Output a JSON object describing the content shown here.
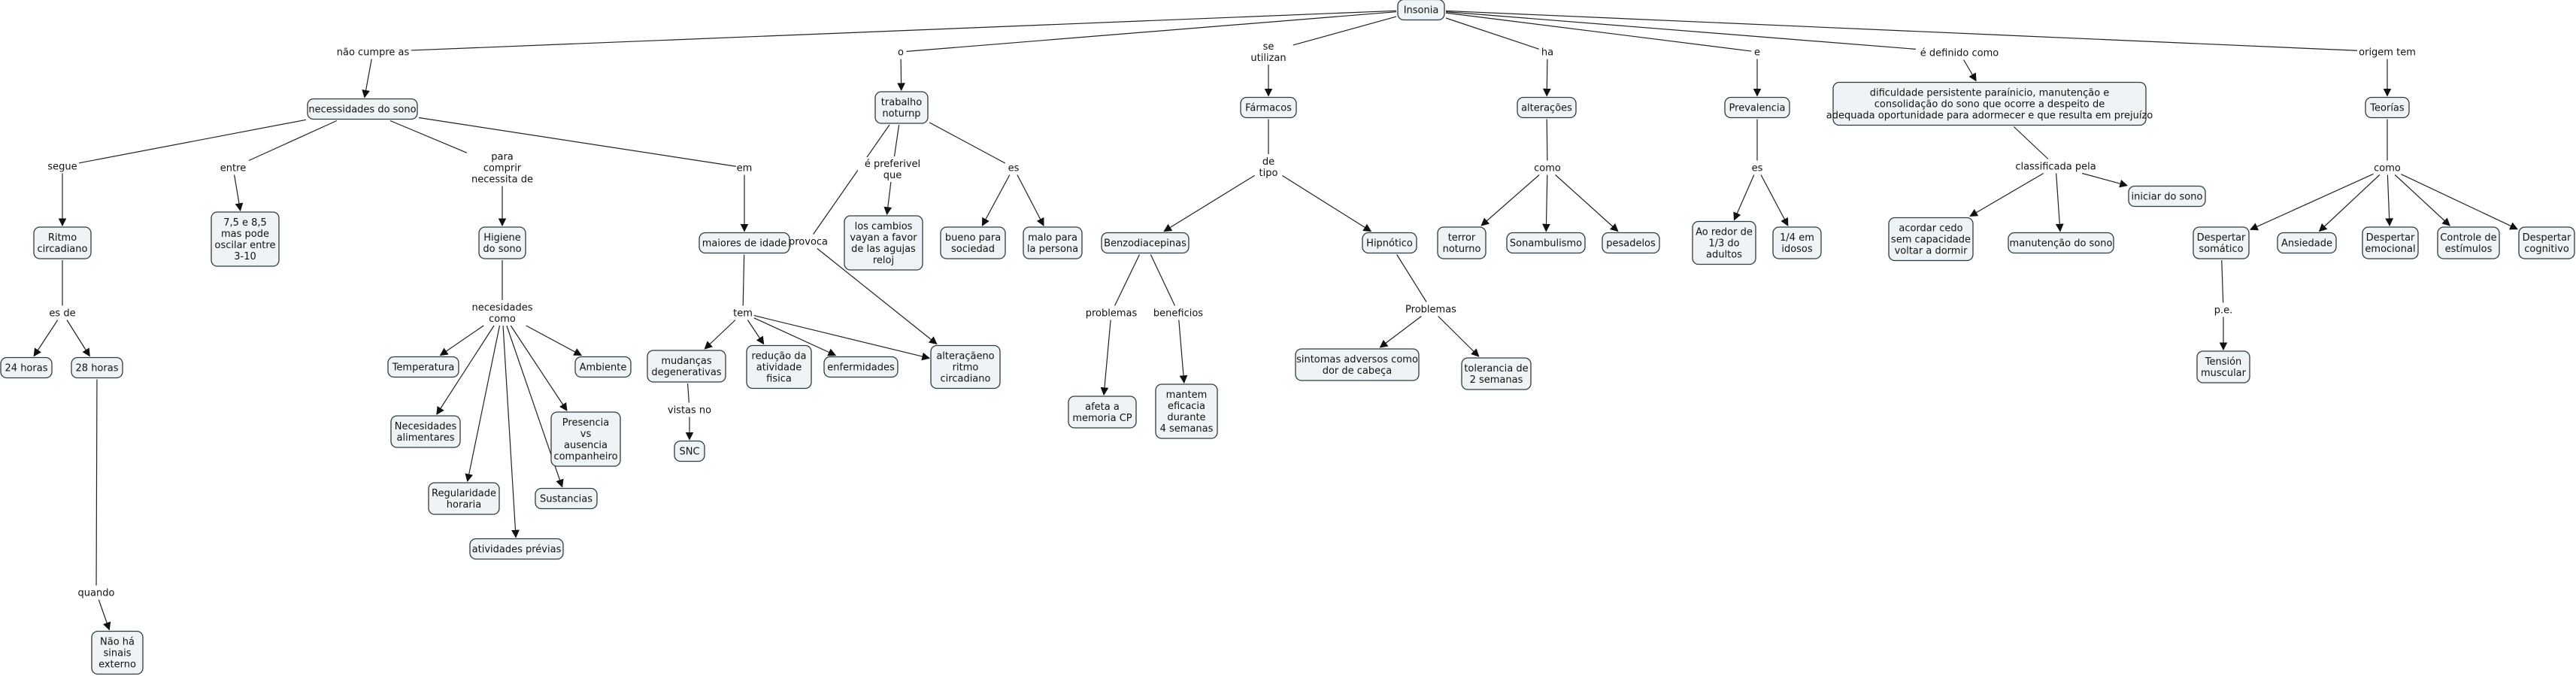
{
  "nodes": {
    "insonia": "Insonia",
    "necessidades": "necessidades do sono",
    "ritmo": "Ritmo\ncircadiano",
    "h24": "24 horas",
    "h28": "28 horas",
    "nao_sinais": "Não há\nsinais\nexterno",
    "oscilar": "7,5 e 8,5\nmas pode\noscilar entre\n3-10",
    "higiene": "Higiene\ndo sono",
    "temperatura": "Temperatura",
    "ambiente": "Ambiente",
    "nec_alim": "Necesidades\nalimentares",
    "presencia": "Presencia\nvs\nausencia\ncompanheiro",
    "regularidade": "Regularidade\nhoraria",
    "sustancias": "Sustancias",
    "atividades": "atividades prévias",
    "maiores": "maiores de idade",
    "mudancas": "mudanças\ndegenerativas",
    "reducao": "redução da\natividade\nfisica",
    "enfermidades": "enfermidades",
    "alteracao": "alteraçãeno\nritmo\ncircadiano",
    "snc": "SNC",
    "trabalho": "trabalho\nnoturnp",
    "cambios": "los cambios\nvayan a favor\nde las agujas\nreloj",
    "bueno": "bueno para\nsociedad",
    "malo": "malo para\nla persona",
    "farmacos": "Fármacos",
    "benzo": "Benzodiacepinas",
    "hipnotico": "Hipnótico",
    "afeta": "afeta  a\nmemoria CP",
    "mantem": "mantem\neficacia\ndurante\n4 semanas",
    "sintomas": "sintomas adversos como\ndor de cabeça",
    "tolerancia": "tolerancia de\n2 semanas",
    "alteracoes": "alterações",
    "terror": "terror\nnoturno",
    "sonambulismo": "Sonambulismo",
    "pesadelos": "pesadelos",
    "prevalencia": "Prevalencia",
    "redor": "Ao redor de\n1/3 do\nadultos",
    "idosos": "1/4 em\nidosos",
    "dificuldade": "dificuldade persistente paraínicio, manutenção e\nconsolidação do sono que ocorre a despeito de\nadequada oportunidade para adormecer e que resulta em prejuízo",
    "acordar": "acordar cedo\nsem capacidade\nvoltar a dormir",
    "manutencao": "manutenção do sono",
    "iniciar": "iniciar do sono",
    "teorias": "Teorías",
    "somatico": "Despertar\nsomático",
    "ansiedade": "Ansiedade",
    "emocional": "Despertar\nemocional",
    "controle": "Controle de\nestímulos",
    "cognitivo": "Despertar\ncognitivo",
    "tension": "Tensión\nmuscular"
  },
  "labels": {
    "nao_cumpre": "não cumpre as",
    "segue": "segue",
    "es_de": "es de",
    "quando": "quando",
    "entre": "entre",
    "para_comprir": "para\ncomprir\nnecessita de",
    "necesidades_como": "necesidades\ncomo",
    "em": "em",
    "tem": "tem",
    "vistas_no": "vistas no",
    "o1": "o",
    "e_preferivel": "é preferivel\nque",
    "es_trab": "es",
    "provoca": "provoca",
    "se_utilizan": "se\nutilizan",
    "de_tipo": "de\ntipo",
    "problemas": "problemas",
    "beneficios": "beneficios",
    "problemas2": "Problemas",
    "ha": "ha",
    "como_alt": "como",
    "e_prev": "e",
    "es_prev": "es",
    "definido": "é definido como",
    "classificada": "classificada pela",
    "origem": "origem tem",
    "como_teo": "como",
    "pe": "p.e."
  }
}
